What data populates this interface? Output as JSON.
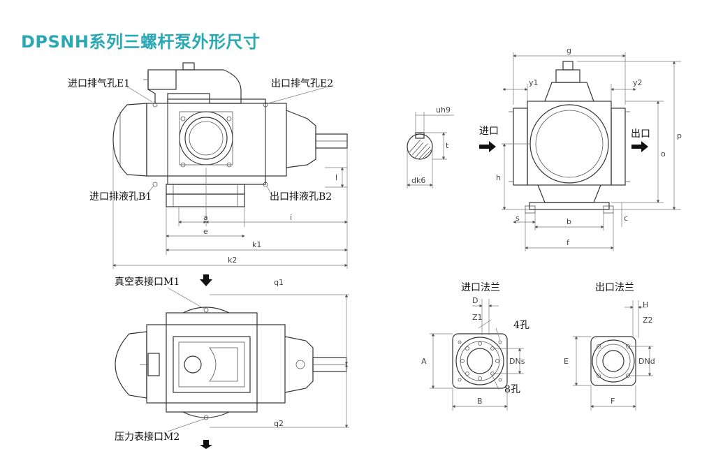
{
  "title": "DPSNH系列三螺杆泵外形尺寸",
  "front_view": {
    "labels": {
      "inlet_vent": "进口排气孔E1",
      "outlet_vent": "出口排气孔E2",
      "inlet_drain": "进口排液孔B1",
      "outlet_drain": "出口排液孔B2"
    },
    "dims": {
      "a": "a",
      "e": "e",
      "i": "i",
      "l": "l",
      "k1": "k1",
      "k2": "k2"
    }
  },
  "shaft_section": {
    "dims": {
      "uh9": "uh9",
      "t": "t",
      "dk6": "dk6"
    }
  },
  "side_view": {
    "labels": {
      "inlet": "进口",
      "outlet": "出口"
    },
    "dims": {
      "g": "g",
      "y1": "y1",
      "y2": "y2",
      "p": "p",
      "o": "o",
      "h": "h",
      "s": "s",
      "b": "b",
      "c": "c",
      "f": "f"
    }
  },
  "top_view": {
    "labels": {
      "vacuum_port": "真空表接口M1",
      "pressure_port": "压力表接口M2"
    },
    "dims": {
      "q1": "q1",
      "q2": "q2"
    }
  },
  "inlet_flange": {
    "title": "进口法兰",
    "dims": {
      "D": "D",
      "Z1": "Z1",
      "holes4": "4孔",
      "holes8": "8孔",
      "A": "A",
      "B": "B",
      "DNs": "DNs"
    }
  },
  "outlet_flange": {
    "title": "出口法兰",
    "dims": {
      "H": "H",
      "Z2": "Z2",
      "E": "E",
      "F": "F",
      "DNd": "DNd"
    }
  }
}
